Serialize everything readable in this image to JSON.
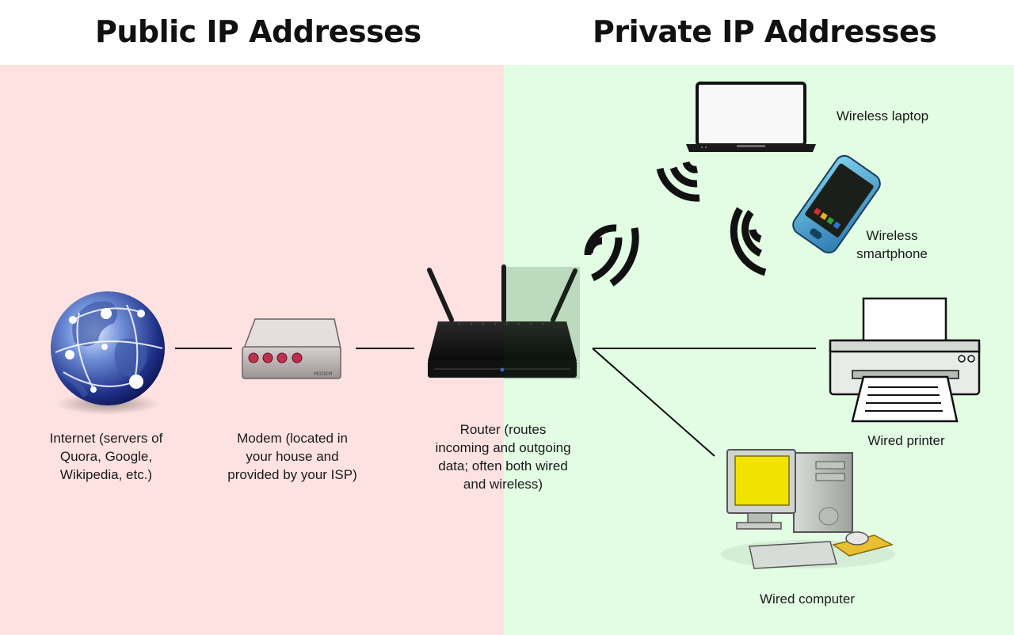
{
  "headings": {
    "public": "Public IP Addresses",
    "private": "Private IP Addresses"
  },
  "colors": {
    "public_zone": "#fee2e2",
    "private_zone": "#e2fde3",
    "line": "#111111",
    "modem_light": "#c0304a",
    "screen": "#f2e200"
  },
  "devices": {
    "internet": {
      "icon": "globe-icon",
      "lines": [
        "Internet (servers of",
        "Quora, Google,",
        "Wikipedia, etc.)"
      ]
    },
    "modem": {
      "icon": "modem-icon",
      "device_text": "MODEM",
      "lines": [
        "Modem (located in",
        "your house and",
        "provided by your ISP)"
      ]
    },
    "router": {
      "icon": "router-icon",
      "lines": [
        "Router (routes",
        "incoming and outgoing",
        "data; often both wired",
        "and wireless)"
      ]
    },
    "laptop": {
      "icon": "laptop-icon",
      "lines": [
        "Wireless laptop"
      ]
    },
    "smartphone": {
      "icon": "smartphone-icon",
      "lines": [
        "Wireless",
        "smartphone"
      ]
    },
    "printer": {
      "icon": "printer-icon",
      "lines": [
        "Wired printer"
      ]
    },
    "computer": {
      "icon": "computer-icon",
      "lines": [
        "Wired computer"
      ]
    }
  }
}
